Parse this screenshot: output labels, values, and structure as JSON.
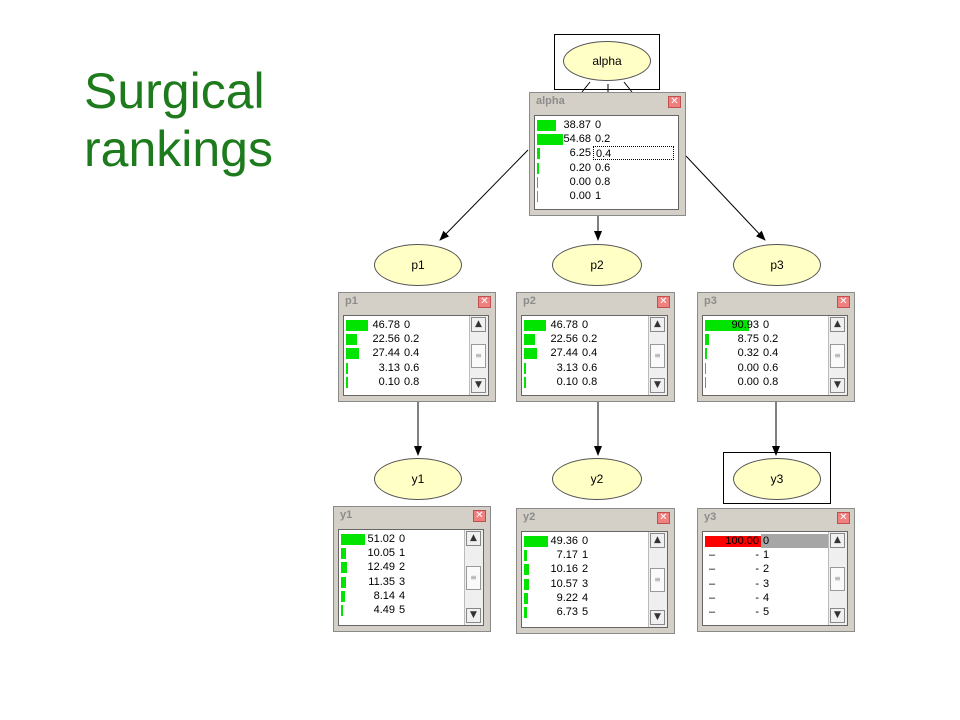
{
  "title": {
    "line1": "Surgical",
    "line2": "rankings"
  },
  "colors": {
    "title": "#1d7a1d",
    "bar": "#00e400",
    "evidence": "#ff0000",
    "node_fill": "#ffffc6"
  },
  "nodes": [
    {
      "id": "alpha",
      "label": "alpha"
    },
    {
      "id": "p1",
      "label": "p1"
    },
    {
      "id": "p2",
      "label": "p2"
    },
    {
      "id": "p3",
      "label": "p3"
    },
    {
      "id": "y1",
      "label": "y1"
    },
    {
      "id": "y2",
      "label": "y2"
    },
    {
      "id": "y3",
      "label": "y3"
    }
  ],
  "monitors": [
    {
      "id": "alpha",
      "title": "alpha",
      "scroll": false,
      "focus_row": 2,
      "rows": [
        {
          "value": "38.87",
          "state": "0",
          "pct": 38.87
        },
        {
          "value": "54.68",
          "state": "0.2",
          "pct": 54.68
        },
        {
          "value": "6.25",
          "state": "0.4",
          "pct": 6.25
        },
        {
          "value": "0.20",
          "state": "0.6",
          "pct": 0.2
        },
        {
          "value": "0.00",
          "state": "0.8",
          "pct": 0.0
        },
        {
          "value": "0.00",
          "state": "1",
          "pct": 0.0
        }
      ]
    },
    {
      "id": "p1",
      "title": "p1",
      "scroll": true,
      "rows": [
        {
          "value": "46.78",
          "state": "0",
          "pct": 46.78
        },
        {
          "value": "22.56",
          "state": "0.2",
          "pct": 22.56
        },
        {
          "value": "27.44",
          "state": "0.4",
          "pct": 27.44
        },
        {
          "value": "3.13",
          "state": "0.6",
          "pct": 3.13
        },
        {
          "value": "0.10",
          "state": "0.8",
          "pct": 0.1
        }
      ]
    },
    {
      "id": "p2",
      "title": "p2",
      "scroll": true,
      "rows": [
        {
          "value": "46.78",
          "state": "0",
          "pct": 46.78
        },
        {
          "value": "22.56",
          "state": "0.2",
          "pct": 22.56
        },
        {
          "value": "27.44",
          "state": "0.4",
          "pct": 27.44
        },
        {
          "value": "3.13",
          "state": "0.6",
          "pct": 3.13
        },
        {
          "value": "0.10",
          "state": "0.8",
          "pct": 0.1
        }
      ]
    },
    {
      "id": "p3",
      "title": "p3",
      "scroll": true,
      "rows": [
        {
          "value": "90.93",
          "state": "0",
          "pct": 90.93
        },
        {
          "value": "8.75",
          "state": "0.2",
          "pct": 8.75
        },
        {
          "value": "0.32",
          "state": "0.4",
          "pct": 0.32
        },
        {
          "value": "0.00",
          "state": "0.6",
          "pct": 0.0
        },
        {
          "value": "0.00",
          "state": "0.8",
          "pct": 0.0
        }
      ]
    },
    {
      "id": "y1",
      "title": "y1",
      "scroll": true,
      "rows": [
        {
          "value": "51.02",
          "state": "0",
          "pct": 51.02
        },
        {
          "value": "10.05",
          "state": "1",
          "pct": 10.05
        },
        {
          "value": "12.49",
          "state": "2",
          "pct": 12.49
        },
        {
          "value": "11.35",
          "state": "3",
          "pct": 11.35
        },
        {
          "value": "8.14",
          "state": "4",
          "pct": 8.14
        },
        {
          "value": "4.49",
          "state": "5",
          "pct": 4.49
        }
      ]
    },
    {
      "id": "y2",
      "title": "y2",
      "scroll": true,
      "rows": [
        {
          "value": "49.36",
          "state": "0",
          "pct": 49.36
        },
        {
          "value": "7.17",
          "state": "1",
          "pct": 7.17
        },
        {
          "value": "10.16",
          "state": "2",
          "pct": 10.16
        },
        {
          "value": "10.57",
          "state": "3",
          "pct": 10.57
        },
        {
          "value": "9.22",
          "state": "4",
          "pct": 9.22
        },
        {
          "value": "6.73",
          "state": "5",
          "pct": 6.73
        }
      ]
    },
    {
      "id": "y3",
      "title": "y3",
      "scroll": true,
      "evidence": true,
      "selected_row": 0,
      "rows": [
        {
          "value": "100.00",
          "state": "0",
          "pct": 100
        },
        {
          "value": "-",
          "state": "1",
          "dash": "–",
          "pct": 0
        },
        {
          "value": "-",
          "state": "2",
          "dash": "–",
          "pct": 0
        },
        {
          "value": "-",
          "state": "3",
          "dash": "–",
          "pct": 0
        },
        {
          "value": "-",
          "state": "4",
          "dash": "–",
          "pct": 0
        },
        {
          "value": "-",
          "state": "5",
          "dash": "–",
          "pct": 0
        }
      ]
    }
  ]
}
